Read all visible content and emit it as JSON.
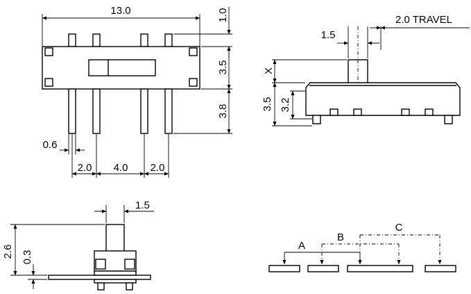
{
  "diagram": {
    "top_view": {
      "width": "13.0",
      "pin_offset": "1.0",
      "body_height": "3.5",
      "pin_length": "3.8",
      "pin_width": "0.6",
      "pitch_left": "2.0",
      "pitch_center": "4.0",
      "pitch_right": "2.0"
    },
    "side_view": {
      "actuator_width": "1.5",
      "travel": "2.0 TRAVEL",
      "actuator_height": "X",
      "total_height": "3.5",
      "body_height": "3.2"
    },
    "end_view": {
      "actuator_width": "1.5",
      "total_height": "2.6",
      "standoff": "0.3"
    },
    "schematic": {
      "positions": [
        "A",
        "B",
        "C"
      ]
    }
  }
}
